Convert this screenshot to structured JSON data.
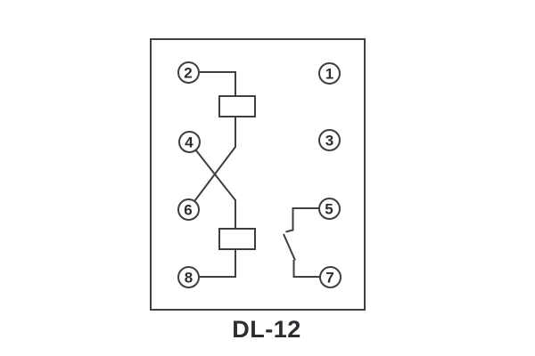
{
  "diagram": {
    "title": "DL-12",
    "terminals": {
      "t1": "1",
      "t2": "2",
      "t3": "3",
      "t4": "4",
      "t5": "5",
      "t6": "6",
      "t7": "7",
      "t8": "8"
    },
    "colors": {
      "line": "#3e3e43",
      "text": "#2c2c31",
      "background": "#ffffff"
    }
  }
}
